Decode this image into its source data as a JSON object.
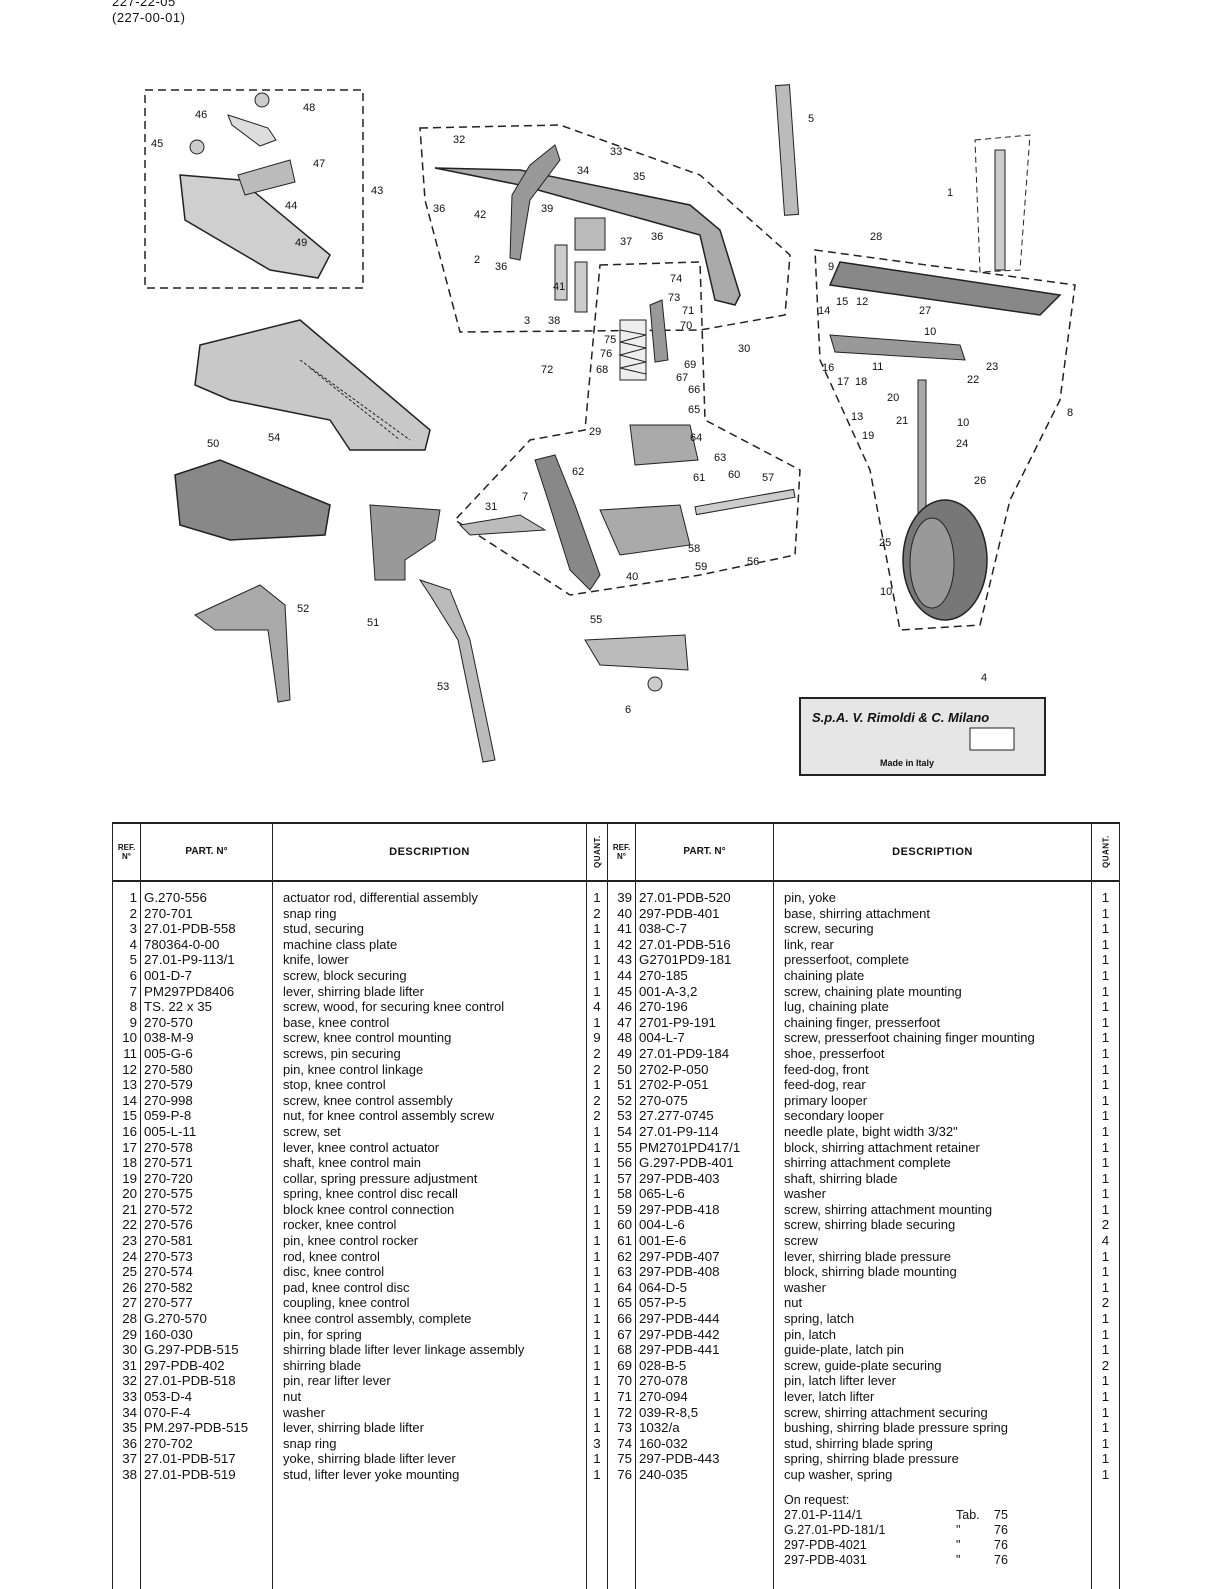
{
  "header": {
    "line1": "227-22-05",
    "line2": "(227-00-01)"
  },
  "diagram_labels": {
    "group1": [
      "46",
      "48",
      "45",
      "47",
      "44",
      "43",
      "49"
    ],
    "group2": [
      "32",
      "33",
      "34",
      "35",
      "36",
      "42",
      "39",
      "36",
      "37",
      "2",
      "36",
      "41",
      "3",
      "38",
      "30"
    ],
    "group3": [
      "74",
      "73",
      "71",
      "70",
      "75",
      "76",
      "69",
      "72",
      "68",
      "67",
      "66",
      "65",
      "29",
      "64",
      "63",
      "62",
      "61",
      "60",
      "57",
      "7",
      "31",
      "40",
      "58",
      "59",
      "56"
    ],
    "group4": [
      "5",
      "1",
      "28",
      "9",
      "15",
      "12",
      "14",
      "27",
      "10",
      "23",
      "22",
      "16",
      "17",
      "18",
      "11",
      "20",
      "21",
      "10",
      "13",
      "19",
      "8",
      "24",
      "26",
      "25",
      "10"
    ],
    "misc": [
      "54",
      "50",
      "51",
      "52",
      "53",
      "55",
      "6",
      "4"
    ]
  },
  "nameplate": {
    "brand": "S.p.A. V. Rimoldi & C. Milano",
    "made_in": "Made in Italy"
  },
  "table": {
    "headers": {
      "ref": "REF. N°",
      "part": "PART. N°",
      "description": "DESCRIPTION",
      "qty": "QUANT."
    },
    "left": {
      "refs": [
        "1",
        "2",
        "3",
        "4",
        "5",
        "6",
        "7",
        "8",
        "9",
        "10",
        "11",
        "12",
        "13",
        "14",
        "15",
        "16",
        "17",
        "18",
        "19",
        "20",
        "21",
        "22",
        "23",
        "24",
        "25",
        "26",
        "27",
        "28",
        "29",
        "30",
        "31",
        "32",
        "33",
        "34",
        "35",
        "36",
        "37",
        "38"
      ],
      "parts": [
        "G.270-556",
        "270-701",
        "27.01-PDB-558",
        "780364-0-00",
        "27.01-P9-113/1",
        "001-D-7",
        "PM297PD8406",
        "TS. 22 x 35",
        "270-570",
        "038-M-9",
        "005-G-6",
        "270-580",
        "270-579",
        "270-998",
        "059-P-8",
        "005-L-11",
        "270-578",
        "270-571",
        "270-720",
        "270-575",
        "270-572",
        "270-576",
        "270-581",
        "270-573",
        "270-574",
        "270-582",
        "270-577",
        "G.270-570",
        "160-030",
        "G.297-PDB-515",
        "297-PDB-402",
        "27.01-PDB-518",
        "053-D-4",
        "070-F-4",
        "PM.297-PDB-515",
        "270-702",
        "27.01-PDB-517",
        "27.01-PDB-519"
      ],
      "descriptions": [
        "actuator rod, differential assembly",
        "snap ring",
        "stud, securing",
        "machine class plate",
        "knife, lower",
        "screw, block securing",
        "lever, shirring blade lifter",
        "screw, wood, for securing knee control",
        "base, knee control",
        "screw, knee control mounting",
        "screws, pin securing",
        "pin, knee control linkage",
        "stop, knee control",
        "screw, knee control assembly",
        "nut, for knee control assembly screw",
        "screw, set",
        "lever, knee control actuator",
        "shaft, knee control main",
        "collar, spring pressure adjustment",
        "spring, knee control disc recall",
        "block knee control connection",
        "rocker, knee control",
        "pin, knee control rocker",
        "rod, knee control",
        "disc, knee control",
        "pad, knee control disc",
        "coupling, knee control",
        "knee control assembly, complete",
        "pin, for spring",
        "shirring blade lifter lever linkage assembly",
        "shirring blade",
        "pin, rear lifter lever",
        "nut",
        "washer",
        "lever, shirring blade lifter",
        "snap ring",
        "yoke, shirring blade lifter lever",
        "stud, lifter lever yoke mounting"
      ],
      "quantities": [
        "1",
        "2",
        "1",
        "1",
        "1",
        "1",
        "1",
        "4",
        "1",
        "9",
        "2",
        "2",
        "1",
        "2",
        "2",
        "1",
        "1",
        "1",
        "1",
        "1",
        "1",
        "1",
        "1",
        "1",
        "1",
        "1",
        "1",
        "1",
        "1",
        "1",
        "1",
        "1",
        "1",
        "1",
        "1",
        "3",
        "1",
        "1"
      ]
    },
    "right": {
      "refs": [
        "39",
        "40",
        "41",
        "42",
        "43",
        "44",
        "45",
        "46",
        "47",
        "48",
        "49",
        "50",
        "51",
        "52",
        "53",
        "54",
        "55",
        "56",
        "57",
        "58",
        "59",
        "60",
        "61",
        "62",
        "63",
        "64",
        "65",
        "66",
        "67",
        "68",
        "69",
        "70",
        "71",
        "72",
        "73",
        "74",
        "75",
        "76"
      ],
      "parts": [
        "27.01-PDB-520",
        "297-PDB-401",
        "038-C-7",
        "27.01-PDB-516",
        "G2701PD9-181",
        "270-185",
        "001-A-3,2",
        "270-196",
        "2701-P9-191",
        "004-L-7",
        "27.01-PD9-184",
        "2702-P-050",
        "2702-P-051",
        "270-075",
        "27.277-0745",
        "27.01-P9-114",
        "PM2701PD417/1",
        "G.297-PDB-401",
        "297-PDB-403",
        "065-L-6",
        "297-PDB-418",
        "004-L-6",
        "001-E-6",
        "297-PDB-407",
        "297-PDB-408",
        "064-D-5",
        "057-P-5",
        "297-PDB-444",
        "297-PDB-442",
        "297-PDB-441",
        "028-B-5",
        "270-078",
        "270-094",
        "039-R-8,5",
        "1032/a",
        "160-032",
        "297-PDB-443",
        "240-035"
      ],
      "descriptions": [
        "pin, yoke",
        "base, shirring attachment",
        "screw, securing",
        "link, rear",
        "presserfoot, complete",
        "chaining plate",
        "screw, chaining plate mounting",
        "lug, chaining plate",
        "chaining finger, presserfoot",
        "screw, presserfoot chaining finger mounting",
        "shoe, presserfoot",
        "feed-dog, front",
        "feed-dog, rear",
        "primary looper",
        "secondary looper",
        "needle plate, bight width 3/32\"",
        "block, shirring attachment retainer",
        "shirring attachment complete",
        "shaft, shirring blade",
        "washer",
        "screw, shirring attachment mounting",
        "screw, shirring blade securing",
        "screw",
        "lever, shirring blade pressure",
        "block, shirring blade mounting",
        "washer",
        "nut",
        "spring, latch",
        "pin, latch",
        "guide-plate, latch pin",
        "screw, guide-plate securing",
        "pin, latch lifter lever",
        "lever, latch lifter",
        "screw, shirring attachment securing",
        "bushing, shirring blade pressure spring",
        "stud, shirring blade spring",
        "spring, shirring blade pressure",
        "cup washer, spring"
      ],
      "quantities": [
        "1",
        "1",
        "1",
        "1",
        "1",
        "1",
        "1",
        "1",
        "1",
        "1",
        "1",
        "1",
        "1",
        "1",
        "1",
        "1",
        "1",
        "1",
        "1",
        "1",
        "1",
        "2",
        "4",
        "1",
        "1",
        "1",
        "2",
        "1",
        "1",
        "1",
        "2",
        "1",
        "1",
        "1",
        "1",
        "1",
        "1",
        "1"
      ]
    },
    "on_request": {
      "label": "On request:",
      "items": [
        {
          "code": "27.01-P-114/1",
          "tab": "Tab.",
          "num": "75"
        },
        {
          "code": "G.27.01-PD-181/1",
          "tab": "\"",
          "num": "76"
        },
        {
          "code": "297-PDB-4021",
          "tab": "\"",
          "num": "76"
        },
        {
          "code": "297-PDB-4031",
          "tab": "\"",
          "num": "76"
        }
      ]
    }
  }
}
